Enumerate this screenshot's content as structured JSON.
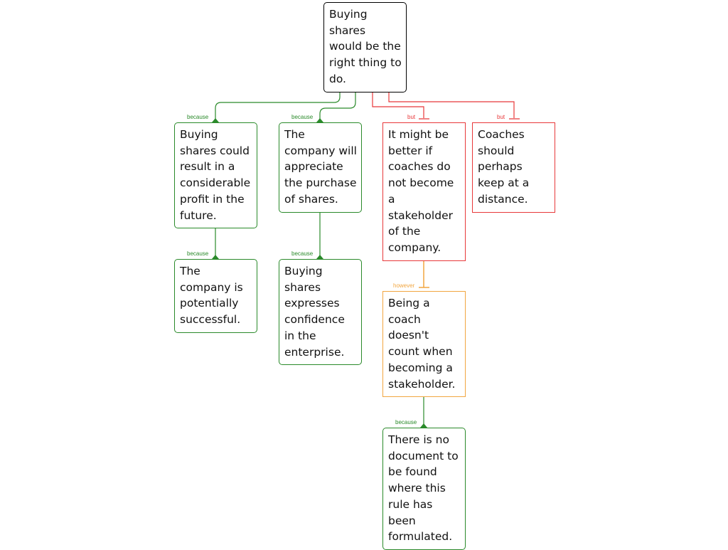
{
  "nodes": {
    "root": "Buying shares would be the right thing to do.",
    "a": "Buying shares could result in a considerable profit in the future.",
    "a1": "The company is potentially successful.",
    "b": "The company will appreciate the purchase of shares.",
    "b1": "Buying shares expresses confidence in the enterprise.",
    "c": "It might be better if coaches do not become a stakeholder of the company.",
    "c1": "Being a coach doesn't count when becoming a stakeholder.",
    "c2": "There is no document to be found where this rule has been formulated.",
    "d": "Coaches should perhaps keep at a distance."
  },
  "labels": {
    "a": "because",
    "b": "because",
    "a1": "because",
    "b1": "because",
    "c": "but",
    "d": "but",
    "c1": "however",
    "c2": "because"
  },
  "colors": {
    "support": "#2a8a2a",
    "attack": "#e8383a",
    "rebuttal": "#f2a640"
  }
}
